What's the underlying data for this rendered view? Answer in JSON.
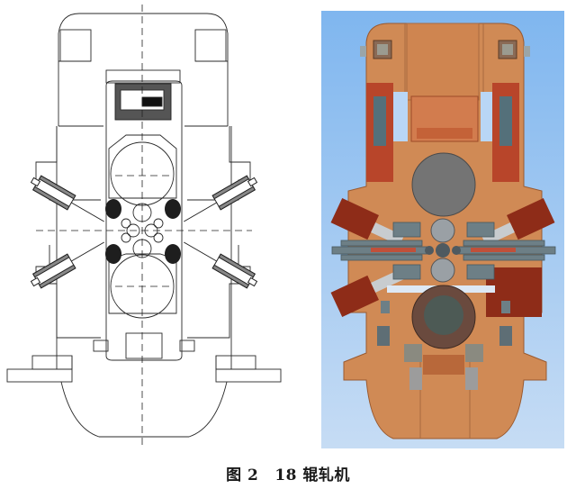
{
  "figure": {
    "caption_label": "图 2",
    "caption_title": "18 辊轧机",
    "panels": [
      {
        "id": "left",
        "description": "2D engineering line drawing (front section view) of 18-high rolling mill",
        "style": "black line art on white"
      },
      {
        "id": "right",
        "description": "Colored 3D CAD rendering of 18-high rolling mill",
        "style": "orange/copper housing on light-blue gradient background"
      }
    ]
  },
  "colors": {
    "background": "#ffffff",
    "render_bg_top": "#7fb6ef",
    "render_bg_bottom": "#c6dcf4",
    "housing": "#d08a55",
    "housing_dark": "#b0603a",
    "cylinder_red": "#8e2c18",
    "steel_gray": "#6d7f86",
    "roll_gray": "#757575",
    "line": "#222222",
    "caption": "#1a1a1a"
  }
}
